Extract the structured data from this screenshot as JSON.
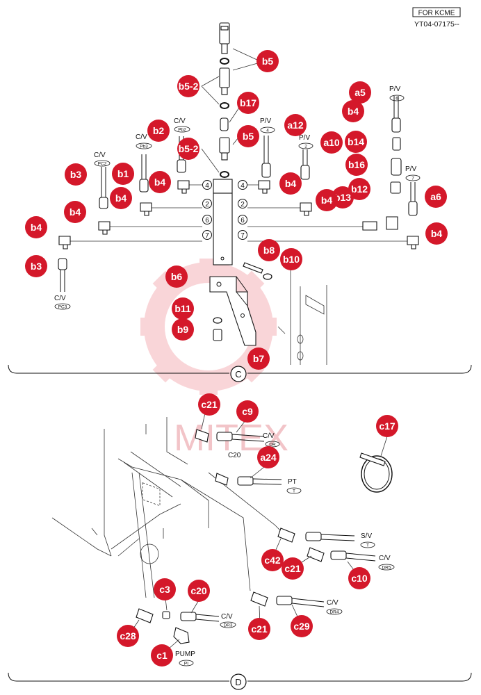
{
  "header": {
    "tag": "FOR KCME",
    "code": "YT04-07175--"
  },
  "watermark": "MITEX",
  "sections": [
    "C",
    "D"
  ],
  "port_labels": {
    "pc2": "C/V",
    "pc2_code": "PC2",
    "pb3": "C/V",
    "pb3_code": "Pb3",
    "pb2": "C/V",
    "pb2_code": "Pb2",
    "pv4": "P/V",
    "pv4_code": "4",
    "pv2": "P/V",
    "pv2_code": "2",
    "pv6": "P/V",
    "pv6_code": "6",
    "pv7": "P/V",
    "pv7_code": "7",
    "pc3": "C/V",
    "pc3_code": "PC3",
    "c9_cv": "C/V",
    "c9_code": "DR",
    "c20_text": "C20",
    "pt": "PT",
    "pt_code": "T",
    "sv": "S/V",
    "sv_code": "T",
    "c10_cv": "C/V",
    "c10_code": "DR5",
    "c29_cv": "C/V",
    "c29_code": "DR4",
    "c20b_cv": "C/V",
    "c20b_code": "DR3",
    "pump": "PUMP",
    "pump_code": "PI"
  },
  "plate_numbers": [
    "4",
    "2",
    "6",
    "7"
  ],
  "callouts": [
    "b5",
    "b5-2",
    "b17",
    "b5",
    "b5-2",
    "a12",
    "a10",
    "a5",
    "b4",
    "b14",
    "b16",
    "a6",
    "b2",
    "b1",
    "b3",
    "b4",
    "b4",
    "b4",
    "b4",
    "b4",
    "b12",
    "b13",
    "b4",
    "b4",
    "b3",
    "b8",
    "b10",
    "b6",
    "b11",
    "b9",
    "b7",
    "c21",
    "c9",
    "c17",
    "a24",
    "c42",
    "c21",
    "c10",
    "c3",
    "c20",
    "c28",
    "c21",
    "c29",
    "c1"
  ]
}
